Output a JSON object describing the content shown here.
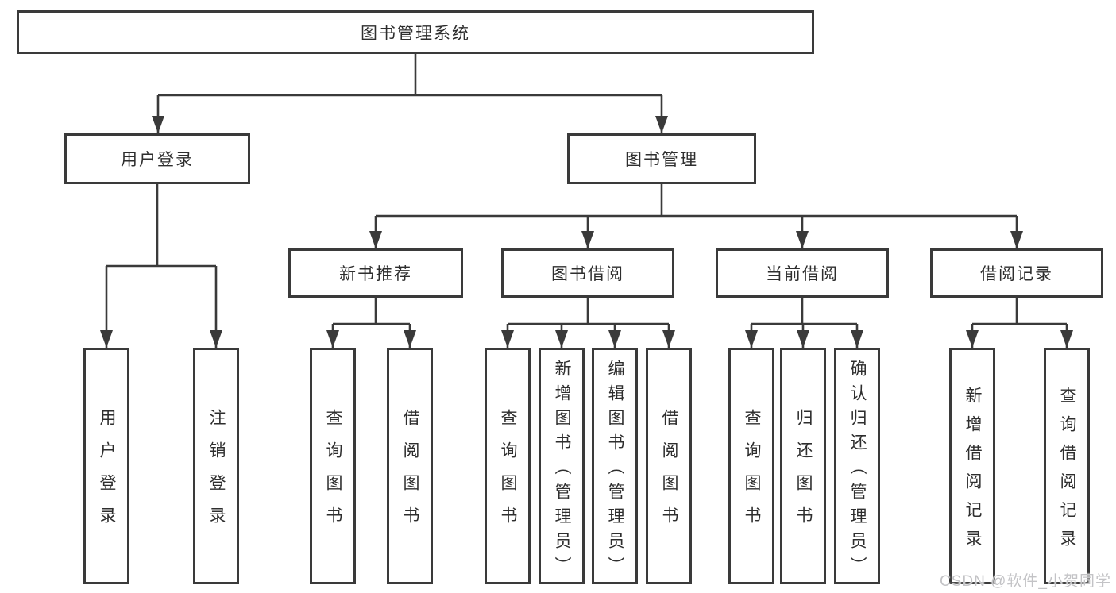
{
  "colors": {
    "line": "#3a3a3a",
    "text": "#2e2e2e",
    "background": "#ffffff",
    "watermark": "#c3c3c6"
  },
  "watermark": "CSDN @软件_小贺同学",
  "tree": {
    "root": "图书管理系统",
    "branch_user_login": "用户登录",
    "branch_book_mgmt": "图书管理",
    "group_new_book_rec": "新书推荐",
    "group_book_borrow": "图书借阅",
    "group_current_borrow": "当前借阅",
    "group_borrow_record": "借阅记录",
    "leaf_user_login": "用户登录",
    "leaf_logout": "注销登录",
    "leaf_nbr_query_book": "查询图书",
    "leaf_nbr_borrow_book": "借阅图书",
    "leaf_bb_query_book": "查询图书",
    "leaf_bb_add_book_admin": "新增图书（管理员）",
    "leaf_bb_edit_book_admin": "编辑图书（管理员）",
    "leaf_bb_borrow_book": "借阅图书",
    "leaf_cb_query_book": "查询图书",
    "leaf_cb_return_book": "归还图书",
    "leaf_cb_confirm_return_admin": "确认归还（管理员）",
    "leaf_br_add_record": "新增借阅记录",
    "leaf_br_query_record": "查询借阅记录"
  }
}
